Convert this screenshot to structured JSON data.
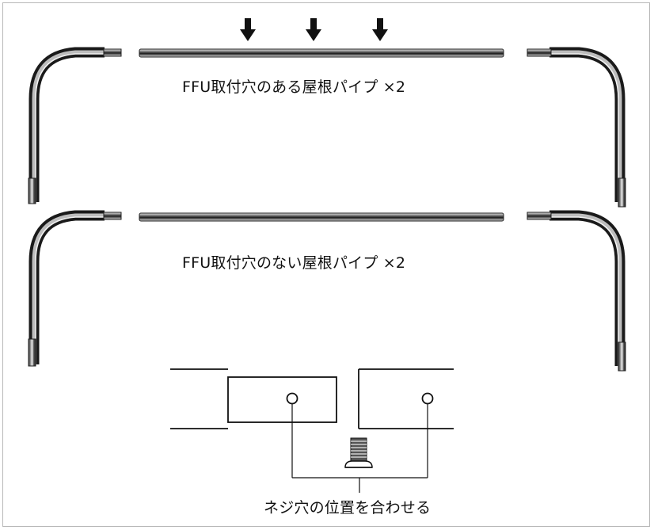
{
  "labels": {
    "row1": "FFU取付穴のある屋根パイプ ×2",
    "row2": "FFU取付穴のない屋根パイプ ×2",
    "screw_hint": "ネジ穴の位置を合わせる"
  },
  "icons": {
    "arrow": "down-arrow-icon",
    "screw": "screw-icon"
  },
  "colors": {
    "line": "#111111",
    "frame": "#b8b8b8",
    "metal_dark": "#2a2a2a",
    "metal_light": "#d9d9d9"
  }
}
